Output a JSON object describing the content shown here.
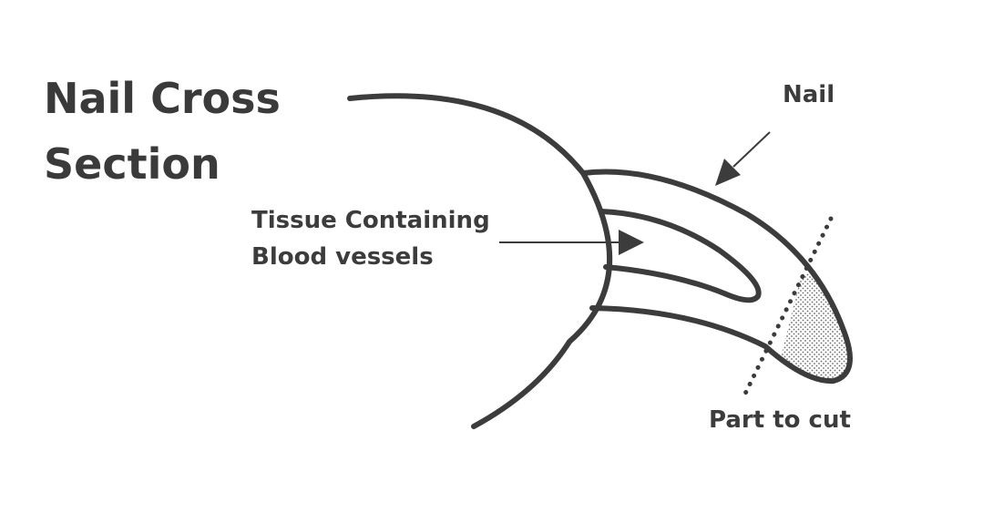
{
  "title": {
    "line1": "Nail Cross",
    "line2": "Section"
  },
  "labels": {
    "nail": "Nail",
    "tissue_line1": "Tissue Containing",
    "tissue_line2": "Blood vessels",
    "part_to_cut": "Part to cut"
  },
  "colors": {
    "ink": "#3c3c3c",
    "background": "#ffffff",
    "stipple": "#6a6a6a"
  }
}
